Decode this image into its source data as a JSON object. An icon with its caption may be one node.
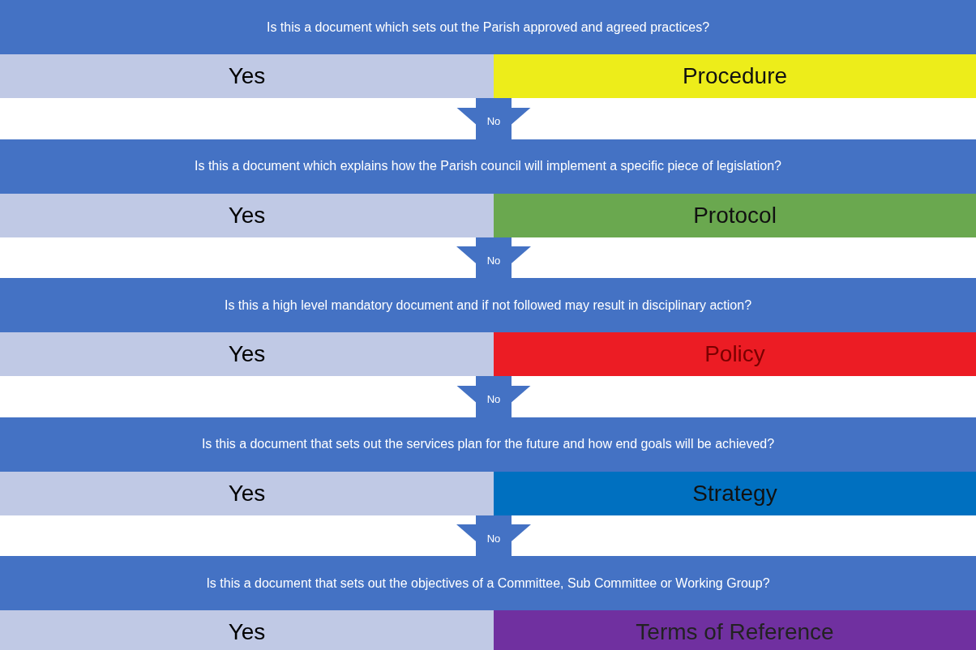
{
  "diagram": {
    "nodes": [
      {
        "text": [
          "Is this a document which sets out the Parish approved and agreed practices?"
        ]
      },
      {
        "text": [
          "Yes"
        ]
      },
      {
        "text": [
          "Procedure"
        ]
      },
      {
        "text": [
          "Is this a document which explains how the Parish council will implement a specific piece of legislation?"
        ]
      },
      {
        "text": [
          "Yes"
        ]
      },
      {
        "text": [
          "Protocol"
        ]
      },
      {
        "text": [
          "Is this a high level mandatory document and if not followed may result in disciplinary action?"
        ]
      },
      {
        "text": [
          "Yes"
        ]
      },
      {
        "text": [
          "Policy"
        ]
      },
      {
        "text": [
          "Is this a document that sets out the services plan for the future and how end goals will be achieved?"
        ]
      },
      {
        "text": [
          "Yes"
        ]
      },
      {
        "text": [
          "Strategy"
        ]
      },
      {
        "text": [
          "Is this a document that sets out the objectives of a Committee, Sub Committee or Working Group?"
        ]
      },
      {
        "text": [
          "Yes"
        ]
      },
      {
        "text": [
          "Terms of Reference"
        ]
      }
    ],
    "edges": [
      {
        "from": 2,
        "to": 3,
        "label": "No",
        "arrow": "to"
      },
      {
        "from": 5,
        "to": 6,
        "label": "No",
        "arrow": "to"
      },
      {
        "from": 8,
        "to": 9,
        "label": "No",
        "arrow": "to"
      },
      {
        "from": 11,
        "to": 12,
        "label": "No",
        "arrow": "to"
      }
    ]
  }
}
